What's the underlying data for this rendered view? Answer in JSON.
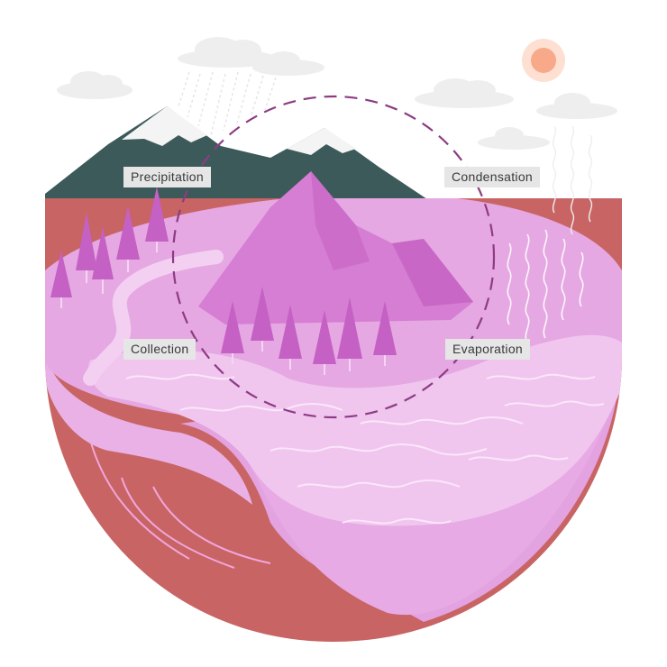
{
  "cycle_labels": {
    "precipitation": "Precipitation",
    "condensation": "Condensation",
    "collection": "Collection",
    "evaporation": "Evaporation"
  },
  "colors": {
    "sky_cloud": "#eeeeee",
    "sun_outer": "#fde0d2",
    "sun_inner": "#f8a98a",
    "mountain_dark": "#3d5a5a",
    "snow": "#f4f4f4",
    "ground_top": "#e5a8e2",
    "ground_side": "#e3a2e0",
    "water": "#f0c6ef",
    "river": "#f3d0f2",
    "earth": "#c86464",
    "tree": "#c560c4",
    "mountain_pink": "#d57ed3",
    "cycle_path": "#8d3c83"
  }
}
